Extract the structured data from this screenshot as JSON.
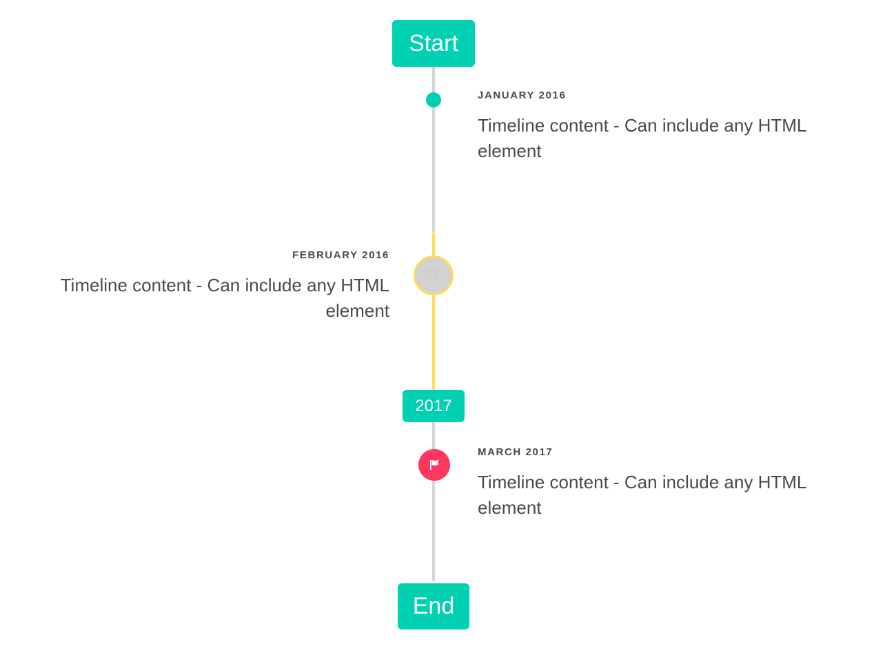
{
  "timeline": {
    "start_label": "Start",
    "end_label": "End",
    "mark_label": "2017",
    "colors": {
      "primary": "#00d1b2",
      "warning": "#ffdd57",
      "danger": "#ff3860",
      "rail": "#d5d5d5",
      "text": "#4a4a4a"
    },
    "items": [
      {
        "heading": "JANUARY 2016",
        "body": "Timeline content - Can include any HTML element",
        "side": "right",
        "marker": "dot-icon"
      },
      {
        "heading": "FEBRUARY 2016",
        "body": "Timeline content - Can include any HTML element",
        "side": "left",
        "marker": "broken-image-icon",
        "marker_glyph": "⌐¬\n·┘"
      },
      {
        "heading": "MARCH 2017",
        "body": "Timeline content - Can include any HTML element",
        "side": "right",
        "marker": "flag-icon"
      }
    ]
  }
}
